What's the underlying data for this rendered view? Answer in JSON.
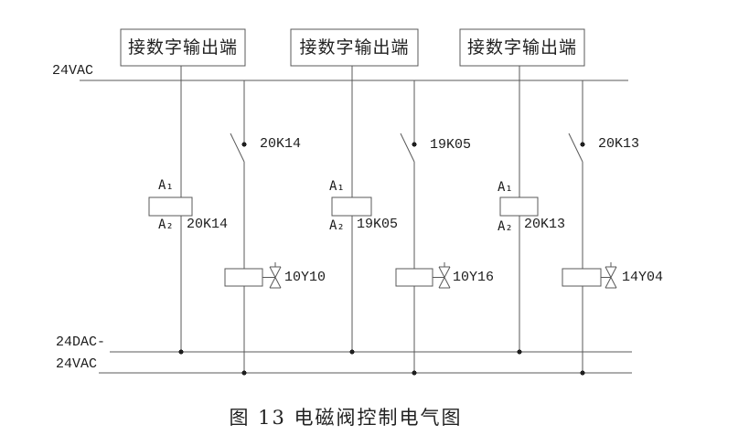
{
  "figure": {
    "caption": "图 13 电磁阀控制电气图"
  },
  "rails": {
    "top": "24VAC",
    "bottom_minus": "24DAC-",
    "bottom": "24VAC"
  },
  "output_boxes": [
    {
      "label": "接数字输出端"
    },
    {
      "label": "接数字输出端"
    },
    {
      "label": "接数字输出端"
    }
  ],
  "coil_terminals": {
    "top": "A₁",
    "bottom": "A₂"
  },
  "branches": [
    {
      "contact": "20K14",
      "coil": "20K14",
      "valve": "10Y10"
    },
    {
      "contact": "19K05",
      "coil": "19K05",
      "valve": "10Y16"
    },
    {
      "contact": "20K13",
      "coil": "20K13",
      "valve": "14Y04"
    }
  ],
  "colors": {
    "line": "#595959",
    "dot": "#1f1f1f",
    "text": "#1c1c1c"
  }
}
